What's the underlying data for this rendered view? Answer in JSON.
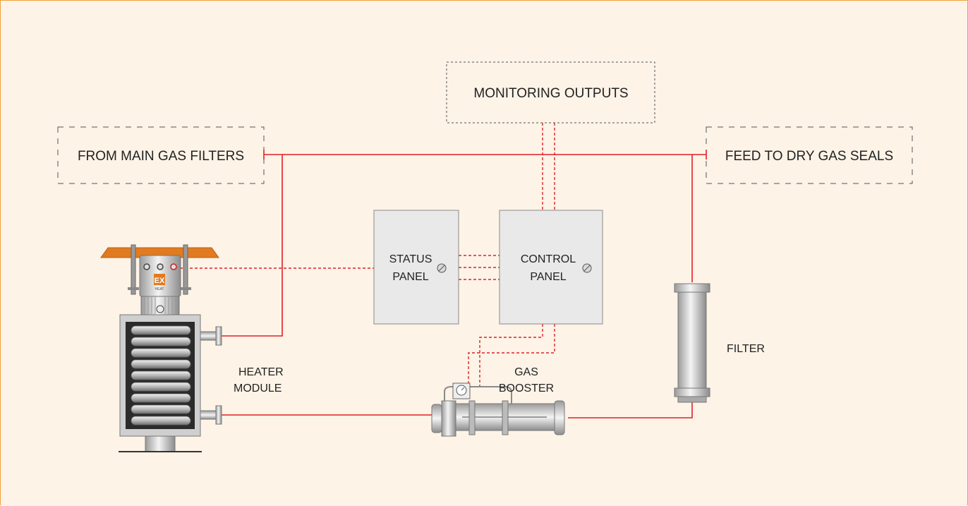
{
  "labels": {
    "monitoring_outputs": "MONITORING OUTPUTS",
    "from_main_gas_filters": "FROM MAIN GAS FILTERS",
    "feed_to_dry_gas_seals": "FEED TO DRY GAS SEALS",
    "status_panel_line1": "STATUS",
    "status_panel_line2": "PANEL",
    "control_panel_line1": "CONTROL",
    "control_panel_line2": "PANEL",
    "filter": "FILTER",
    "gas_booster_line1": "GAS",
    "gas_booster_line2": "BOOSTER",
    "heater_module_line1": "HEATER",
    "heater_module_line2": "MODULE",
    "logo_text": "EX",
    "logo_subtext": "HEAT"
  },
  "colors": {
    "background": "#fdf3e7",
    "frame_border": "#f0a33a",
    "pipe": "#e0202a",
    "panel_fill": "#e9e9e9",
    "panel_stroke": "#8a8a8a",
    "dashed_box": "#555555"
  }
}
